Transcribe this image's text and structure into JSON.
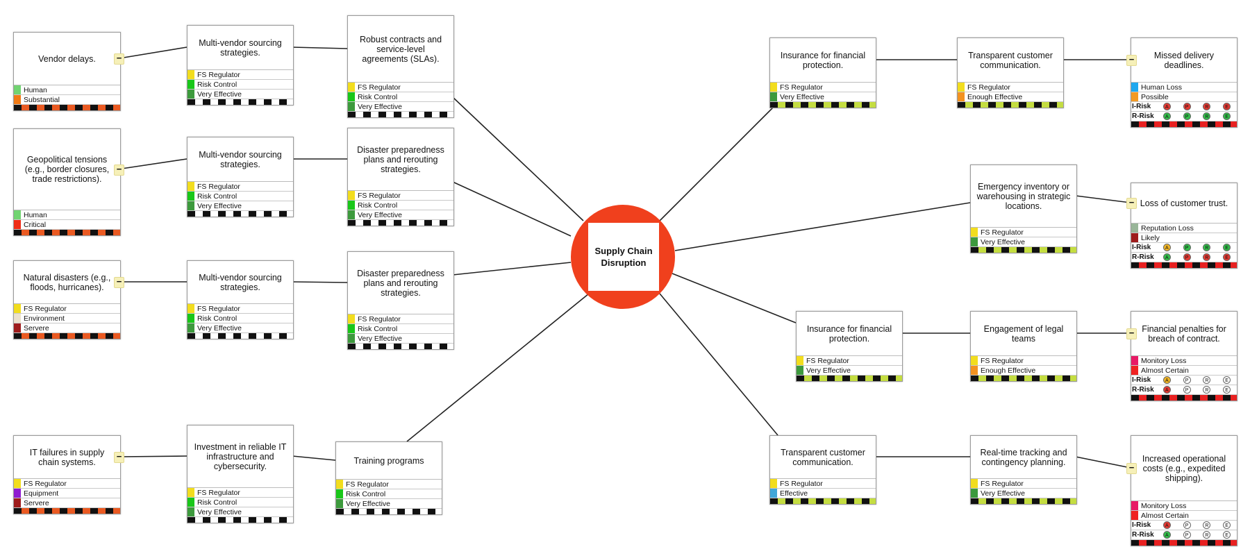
{
  "center": {
    "title": "Supply Chain Disruption"
  },
  "colors": {
    "fs_regulator": "#f2dd1e",
    "risk_control": "#19c719",
    "very_effective": "#3d9a3d",
    "enough_effective": "#f39220",
    "effective": "#41a7d8",
    "human": "#71d471",
    "substantial": "#f07a15",
    "critical": "#ef2c16",
    "environment": "#ebe1cd",
    "servere": "#9e1c1c",
    "equipment": "#8f1bd1",
    "human_loss": "#1fa8ef",
    "possible": "#f39a24",
    "reputation_loss": "#98b598",
    "likely": "#9e1c1c",
    "monitory_loss": "#e81a66",
    "almost_certain": "#ef2222",
    "circle_amber": "#f2b625",
    "circle_red": "#e63a33",
    "circle_green": "#33bf4a",
    "circle_empty": "#ffffff",
    "stripe_black": "#111111",
    "stripe_orange": "#ea5a22",
    "stripe_white": "#ffffff",
    "stripe_lime": "#c4dd41",
    "stripe_red": "#e82121"
  },
  "collapse_symbol": "−",
  "left": {
    "causes": [
      {
        "title": "Vendor delays.",
        "rows": [
          {
            "label": "Human",
            "color": "#71d471"
          },
          {
            "label": "Substantial",
            "color": "#f07a15"
          }
        ]
      },
      {
        "title": "Geopolitical tensions (e.g., border closures, trade restrictions).",
        "rows": [
          {
            "label": "Human",
            "color": "#71d471"
          },
          {
            "label": "Critical",
            "color": "#ef2c16"
          }
        ]
      },
      {
        "title": "Natural disasters (e.g., floods, hurricanes).",
        "rows": [
          {
            "label": "FS Regulator",
            "color": "#f2dd1e"
          },
          {
            "label": "Environment",
            "color": "#ebe1cd"
          },
          {
            "label": "Servere",
            "color": "#9e1c1c"
          }
        ]
      },
      {
        "title": "IT failures in supply chain systems.",
        "rows": [
          {
            "label": "FS Regulator",
            "color": "#f2dd1e"
          },
          {
            "label": "Equipment",
            "color": "#8f1bd1"
          },
          {
            "label": "Servere",
            "color": "#9e1c1c"
          }
        ]
      }
    ],
    "controls1": [
      {
        "title": "Multi-vendor sourcing strategies.",
        "rows": [
          {
            "label": "FS Regulator",
            "color": "#f2dd1e"
          },
          {
            "label": "Risk Control",
            "color": "#19c719"
          },
          {
            "label": "Very Effective",
            "color": "#3d9a3d"
          }
        ]
      },
      {
        "title": "Multi-vendor sourcing strategies.",
        "rows": [
          {
            "label": "FS Regulator",
            "color": "#f2dd1e"
          },
          {
            "label": "Risk Control",
            "color": "#19c719"
          },
          {
            "label": "Very Effective",
            "color": "#3d9a3d"
          }
        ]
      },
      {
        "title": "Multi-vendor sourcing strategies.",
        "rows": [
          {
            "label": "FS Regulator",
            "color": "#f2dd1e"
          },
          {
            "label": "Risk Control",
            "color": "#19c719"
          },
          {
            "label": "Very Effective",
            "color": "#3d9a3d"
          }
        ]
      },
      {
        "title": "Investment in reliable IT infrastructure and cybersecurity.",
        "rows": [
          {
            "label": "FS Regulator",
            "color": "#f2dd1e"
          },
          {
            "label": "Risk Control",
            "color": "#19c719"
          },
          {
            "label": "Very Effective",
            "color": "#3d9a3d"
          }
        ]
      }
    ],
    "controls2": [
      {
        "title": "Robust contracts and service-level agreements (SLAs).",
        "rows": [
          {
            "label": "FS Regulator",
            "color": "#f2dd1e"
          },
          {
            "label": "Risk Control",
            "color": "#19c719"
          },
          {
            "label": "Very Effective",
            "color": "#3d9a3d"
          }
        ]
      },
      {
        "title": "Disaster preparedness plans and rerouting strategies.",
        "rows": [
          {
            "label": "FS Regulator",
            "color": "#f2dd1e"
          },
          {
            "label": "Risk Control",
            "color": "#19c719"
          },
          {
            "label": "Very Effective",
            "color": "#3d9a3d"
          }
        ]
      },
      {
        "title": "Disaster preparedness plans and rerouting strategies.",
        "rows": [
          {
            "label": "FS Regulator",
            "color": "#f2dd1e"
          },
          {
            "label": "Risk Control",
            "color": "#19c719"
          },
          {
            "label": "Very Effective",
            "color": "#3d9a3d"
          }
        ]
      },
      {
        "title": "Training programs",
        "rows": [
          {
            "label": "FS Regulator",
            "color": "#f2dd1e"
          },
          {
            "label": "Risk Control",
            "color": "#19c719"
          },
          {
            "label": "Very Effective",
            "color": "#3d9a3d"
          }
        ]
      }
    ]
  },
  "right": {
    "controls1": [
      {
        "title": "Insurance for financial protection.",
        "rows": [
          {
            "label": "FS Regulator",
            "color": "#f2dd1e"
          },
          {
            "label": "Very Effective",
            "color": "#3d9a3d"
          }
        ]
      },
      {
        "title": "Insurance for financial protection.",
        "rows": [
          {
            "label": "FS Regulator",
            "color": "#f2dd1e"
          },
          {
            "label": "Very Effective",
            "color": "#3d9a3d"
          }
        ]
      },
      {
        "title": "Transparent customer communication.",
        "rows": [
          {
            "label": "FS Regulator",
            "color": "#f2dd1e"
          },
          {
            "label": "Effective",
            "color": "#41a7d8"
          }
        ]
      }
    ],
    "controls2": [
      {
        "title": "Transparent customer communication.",
        "rows": [
          {
            "label": "FS Regulator",
            "color": "#f2dd1e"
          },
          {
            "label": "Enough Effective",
            "color": "#f39220"
          }
        ]
      },
      {
        "title": "Emergency inventory or warehousing in strategic locations.",
        "rows": [
          {
            "label": "FS Regulator",
            "color": "#f2dd1e"
          },
          {
            "label": "Very Effective",
            "color": "#3d9a3d"
          }
        ]
      },
      {
        "title": "Engagement of legal teams",
        "rows": [
          {
            "label": "FS Regulator",
            "color": "#f2dd1e"
          },
          {
            "label": "Enough Effective",
            "color": "#f39220"
          }
        ]
      },
      {
        "title": "Real-time tracking and contingency planning.",
        "rows": [
          {
            "label": "FS Regulator",
            "color": "#f2dd1e"
          },
          {
            "label": "Very Effective",
            "color": "#3d9a3d"
          }
        ]
      }
    ],
    "consequences": [
      {
        "title": "Missed delivery deadlines.",
        "rows": [
          {
            "label": "Human Loss",
            "color": "#1fa8ef"
          },
          {
            "label": "Possible",
            "color": "#f39a24"
          }
        ],
        "irisk": {
          "label": "I-Risk",
          "circles": [
            {
              "letter": "A",
              "color": "#e63a33"
            },
            {
              "letter": "P",
              "color": "#e63a33"
            },
            {
              "letter": "R",
              "color": "#e63a33"
            },
            {
              "letter": "E",
              "color": "#e63a33"
            }
          ]
        },
        "rrisk": {
          "label": "R-Risk",
          "circles": [
            {
              "letter": "A",
              "color": "#33bf4a"
            },
            {
              "letter": "P",
              "color": "#33bf4a"
            },
            {
              "letter": "R",
              "color": "#33bf4a"
            },
            {
              "letter": "E",
              "color": "#33bf4a"
            }
          ]
        }
      },
      {
        "title": "Loss of customer trust.",
        "rows": [
          {
            "label": "Reputation Loss",
            "color": "#98b598"
          },
          {
            "label": "Likely",
            "color": "#9e1c1c"
          }
        ],
        "irisk": {
          "label": "I-Risk",
          "circles": [
            {
              "letter": "A",
              "color": "#f2b625"
            },
            {
              "letter": "P",
              "color": "#33bf4a"
            },
            {
              "letter": "R",
              "color": "#33bf4a"
            },
            {
              "letter": "E",
              "color": "#33bf4a"
            }
          ]
        },
        "rrisk": {
          "label": "R-Risk",
          "circles": [
            {
              "letter": "A",
              "color": "#33bf4a"
            },
            {
              "letter": "P",
              "color": "#e63a33"
            },
            {
              "letter": "R",
              "color": "#e63a33"
            },
            {
              "letter": "E",
              "color": "#e63a33"
            }
          ]
        }
      },
      {
        "title": "Financial penalties for breach of contract.",
        "rows": [
          {
            "label": "Monitory Loss",
            "color": "#e81a66"
          },
          {
            "label": "Almost Certain",
            "color": "#ef2222"
          }
        ],
        "irisk": {
          "label": "I-Risk",
          "circles": [
            {
              "letter": "A",
              "color": "#f2b625"
            },
            {
              "letter": "P",
              "color": "#ffffff"
            },
            {
              "letter": "R",
              "color": "#ffffff"
            },
            {
              "letter": "E",
              "color": "#ffffff"
            }
          ]
        },
        "rrisk": {
          "label": "R-Risk",
          "circles": [
            {
              "letter": "A",
              "color": "#e63a33"
            },
            {
              "letter": "P",
              "color": "#ffffff"
            },
            {
              "letter": "R",
              "color": "#ffffff"
            },
            {
              "letter": "E",
              "color": "#ffffff"
            }
          ]
        }
      },
      {
        "title": "Increased operational costs (e.g., expedited shipping).",
        "rows": [
          {
            "label": "Monitory Loss",
            "color": "#e81a66"
          },
          {
            "label": "Almost Certain",
            "color": "#ef2222"
          }
        ],
        "irisk": {
          "label": "I-Risk",
          "circles": [
            {
              "letter": "A",
              "color": "#e63a33"
            },
            {
              "letter": "P",
              "color": "#ffffff"
            },
            {
              "letter": "R",
              "color": "#ffffff"
            },
            {
              "letter": "E",
              "color": "#ffffff"
            }
          ]
        },
        "rrisk": {
          "label": "R-Risk",
          "circles": [
            {
              "letter": "A",
              "color": "#33bf4a"
            },
            {
              "letter": "P",
              "color": "#ffffff"
            },
            {
              "letter": "R",
              "color": "#ffffff"
            },
            {
              "letter": "E",
              "color": "#ffffff"
            }
          ]
        }
      }
    ]
  }
}
